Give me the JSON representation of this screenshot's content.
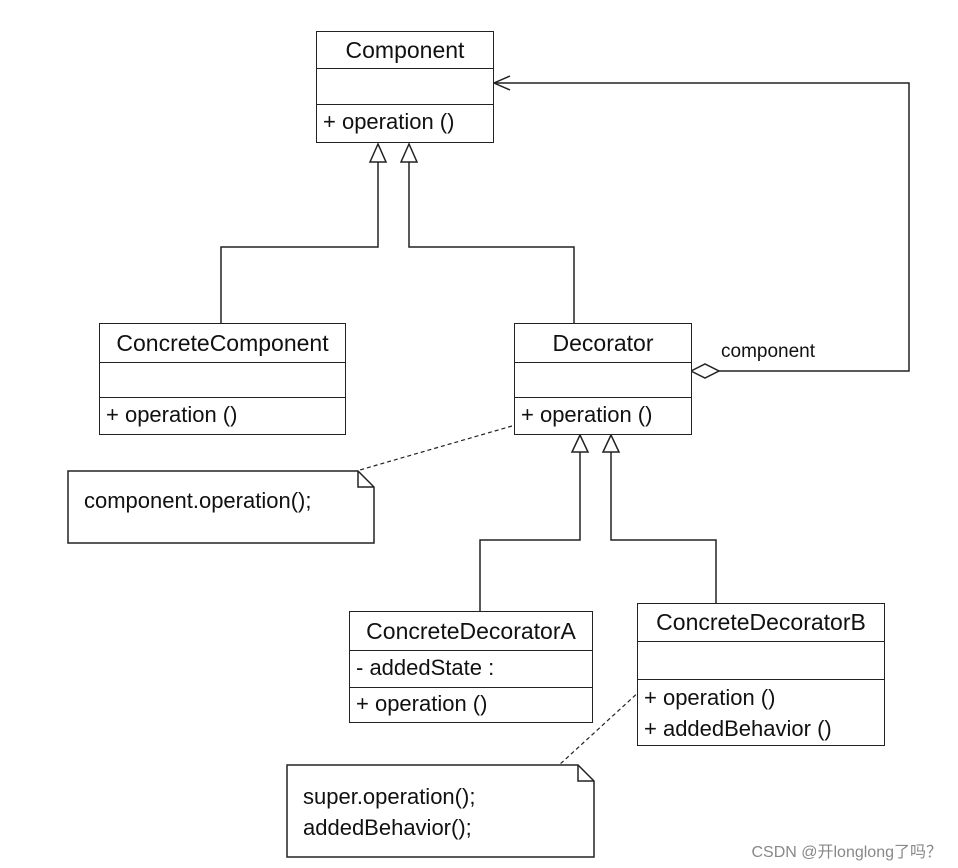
{
  "classes": {
    "component": {
      "name": "Component",
      "operations": [
        "+ operation ()"
      ]
    },
    "concrete_component": {
      "name": "ConcreteComponent",
      "operations": [
        "+ operation ()"
      ]
    },
    "decorator": {
      "name": "Decorator",
      "operations": [
        "+ operation ()"
      ]
    },
    "concrete_decorator_a": {
      "name": "ConcreteDecoratorA",
      "attributes": [
        "- addedState :"
      ],
      "operations": [
        "+ operation ()"
      ]
    },
    "concrete_decorator_b": {
      "name": "ConcreteDecoratorB",
      "operations": [
        "+ operation ()",
        "+ addedBehavior ()"
      ]
    }
  },
  "association_label": "component",
  "notes": {
    "decorator_note": [
      "component.operation();"
    ],
    "decorator_b_note": [
      "super.operation();",
      "addedBehavior();"
    ]
  },
  "watermark": "CSDN @开longlong了吗？"
}
